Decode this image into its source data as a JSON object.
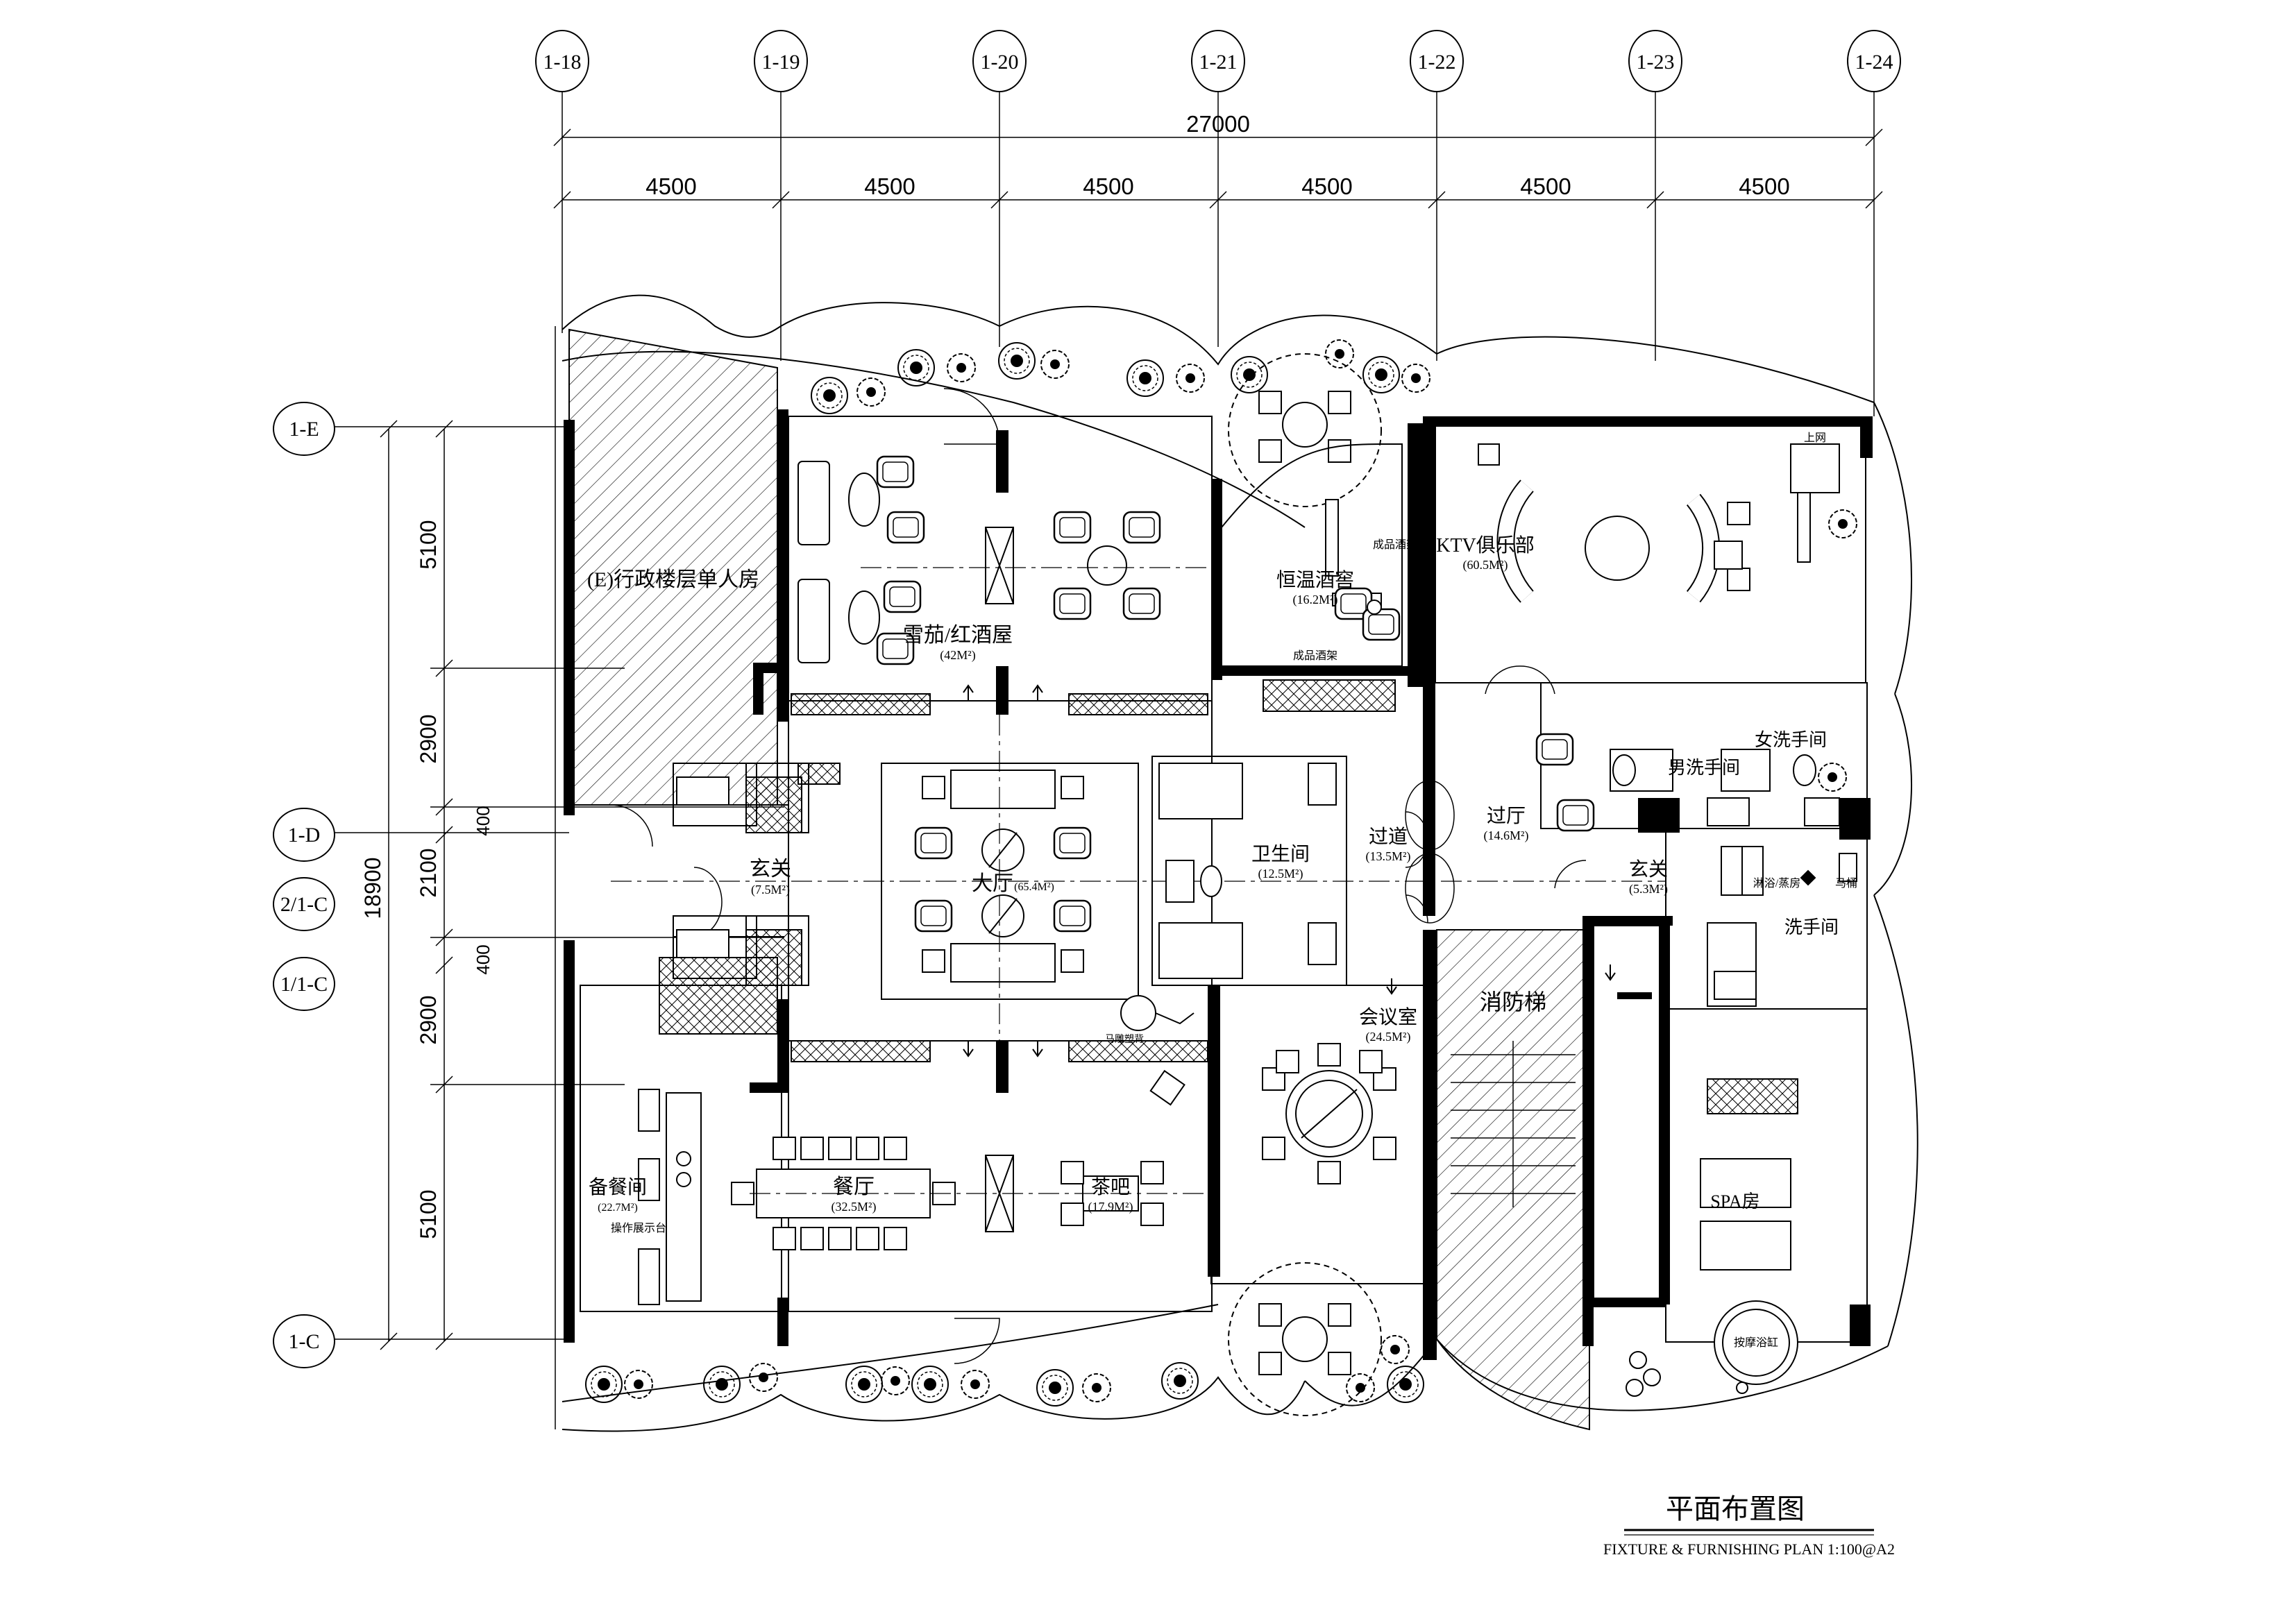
{
  "grid_columns": [
    "1-18",
    "1-19",
    "1-20",
    "1-21",
    "1-22",
    "1-23",
    "1-24"
  ],
  "grid_rows": [
    "1-E",
    "1-D",
    "2/1-C",
    "1/1-C",
    "1-C"
  ],
  "dim_total_h": "27000",
  "dim_spans_h": [
    "4500",
    "4500",
    "4500",
    "4500",
    "4500",
    "4500"
  ],
  "dim_total_v": "18900",
  "dim_spans_v": [
    "5100",
    "2900",
    "400",
    "2100",
    "400",
    "2900",
    "5100"
  ],
  "rooms": {
    "exec_room": "(E)行政楼层单人房",
    "cigar": "雪茄/红酒屋",
    "cigar_area": "(42M²)",
    "wine_cellar": "恒温酒窖",
    "wine_cellar_area": "(16.2M²)",
    "wine_rack_1": "成品酒架",
    "wine_rack_2": "成品酒架",
    "ktv": "KTV俱乐部",
    "ktv_area": "(60.5M²)",
    "online": "上网",
    "entry_left": "玄关",
    "entry_left_area": "(7.5M²)",
    "hall": "大厅",
    "hall_area": "(65.4M²)",
    "toilet": "卫生间",
    "toilet_area": "(12.5M²)",
    "corridor": "过道",
    "corridor_area": "(13.5M²)",
    "lobby": "过厅",
    "lobby_area": "(14.6M²)",
    "mens": "男洗手间",
    "womens": "女洗手间",
    "entry_right": "玄关",
    "entry_right_area": "(5.3M²)",
    "shower": "淋浴/蒸房",
    "wc": "马桶",
    "washroom": "洗手间",
    "sculpture": "马雕塑背",
    "meeting": "会议室",
    "meeting_area": "(24.5M²)",
    "fire_stair": "消防梯",
    "pantry": "备餐间",
    "pantry_area": "(22.7M²)",
    "display_counter": "操作展示台",
    "dining": "餐厅",
    "dining_area": "(32.5M²)",
    "tea_bar": "茶吧",
    "tea_bar_area": "(17.9M²)",
    "spa": "SPA房",
    "jacuzzi": "按摩浴缸"
  },
  "title_cn": "平面布置图",
  "title_en": "FIXTURE & FURNISHING PLAN  1:100@A2"
}
